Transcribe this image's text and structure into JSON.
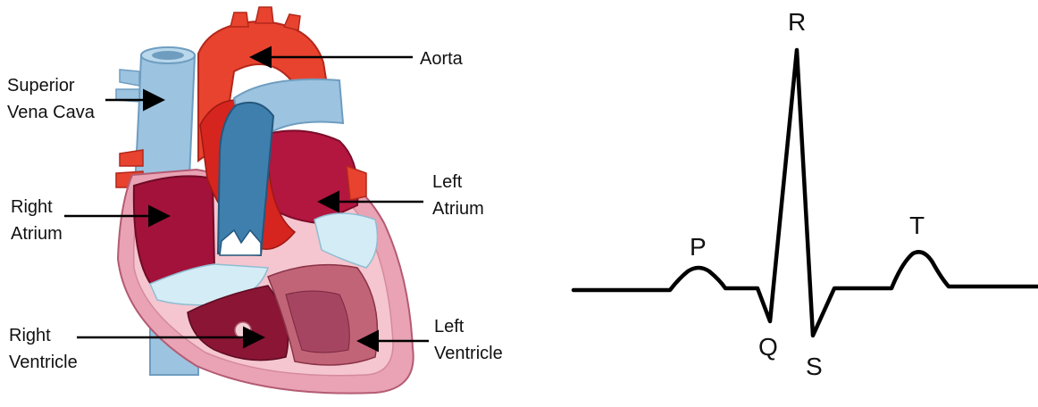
{
  "heart_labels": {
    "aorta": "Aorta",
    "superior_vena_cava": [
      "Superior",
      "Vena Cava"
    ],
    "right_atrium": [
      "Right",
      "Atrium"
    ],
    "left_atrium": [
      "Left",
      "Atrium"
    ],
    "right_ventricle": [
      "Right",
      "Ventricle"
    ],
    "left_ventricle": [
      "Left",
      "Ventricle"
    ]
  },
  "ecg_labels": {
    "p": "P",
    "q": "Q",
    "r": "R",
    "s": "S",
    "t": "T"
  },
  "colors": {
    "aorta_red": "#e8432f",
    "deep_red": "#c9182c",
    "chamber_maroon": "#a3123a",
    "vein_blue": "#9cc3e0",
    "pulmonary_blue": "#3f7fae",
    "wall_pink": "#f2b5c0",
    "valve_light_blue": "#d4ecf5",
    "ink": "#000000"
  }
}
